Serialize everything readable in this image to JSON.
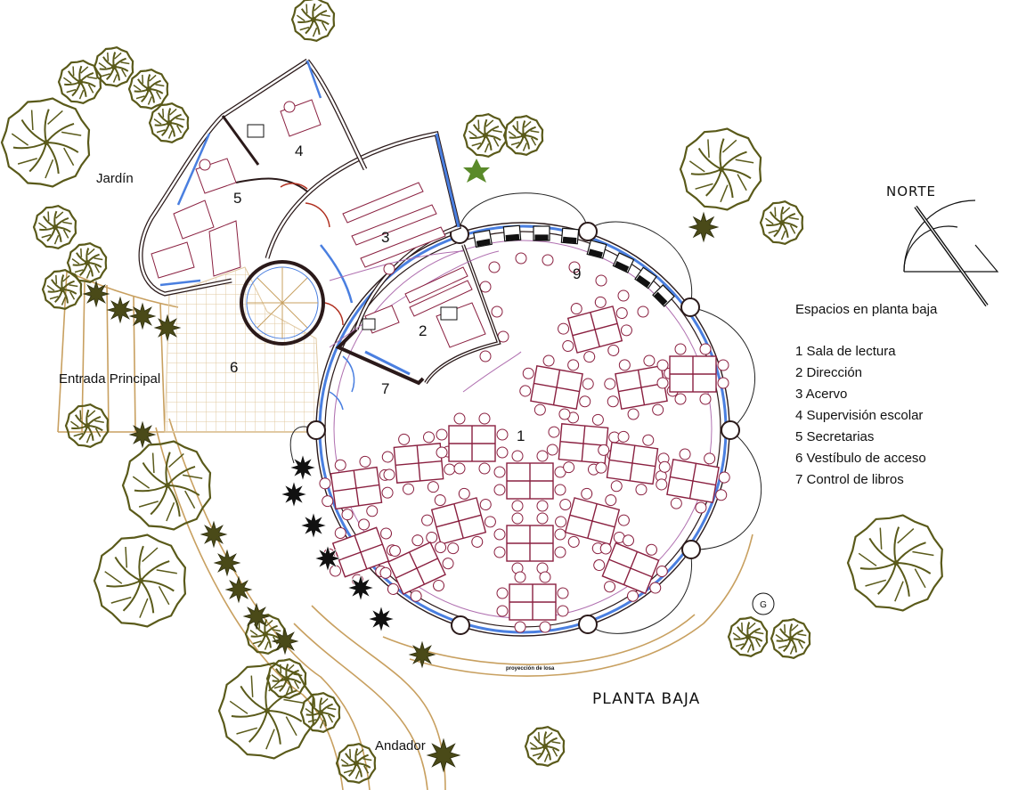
{
  "title": "PLANTA BAJA",
  "north_label": "NORTE",
  "legend": {
    "heading": "Espacios en planta baja",
    "items": [
      "1 Sala de lectura",
      "2 Dirección",
      "3 Acervo",
      "4 Supervisión escolar",
      "5 Secretarias",
      "6 Vestíbulo de acceso",
      "7 Control de libros"
    ]
  },
  "room_numbers": [
    "1",
    "2",
    "3",
    "4",
    "5",
    "6",
    "7",
    "9"
  ],
  "area_labels": {
    "garden": "Jardín",
    "main_entrance": "Entrada Principal",
    "walkway": "Andador",
    "slab_projection": "proyección de losa",
    "marker": "G"
  },
  "colors": {
    "wall": "#2b1a1a",
    "glass": "#4a7fe0",
    "furniture": "#8a2040",
    "tree": "#5a5a1a",
    "path": "#c8a060",
    "grid": "#e0c8a0",
    "door": "#b03020",
    "inner_line": "#b070b0"
  }
}
